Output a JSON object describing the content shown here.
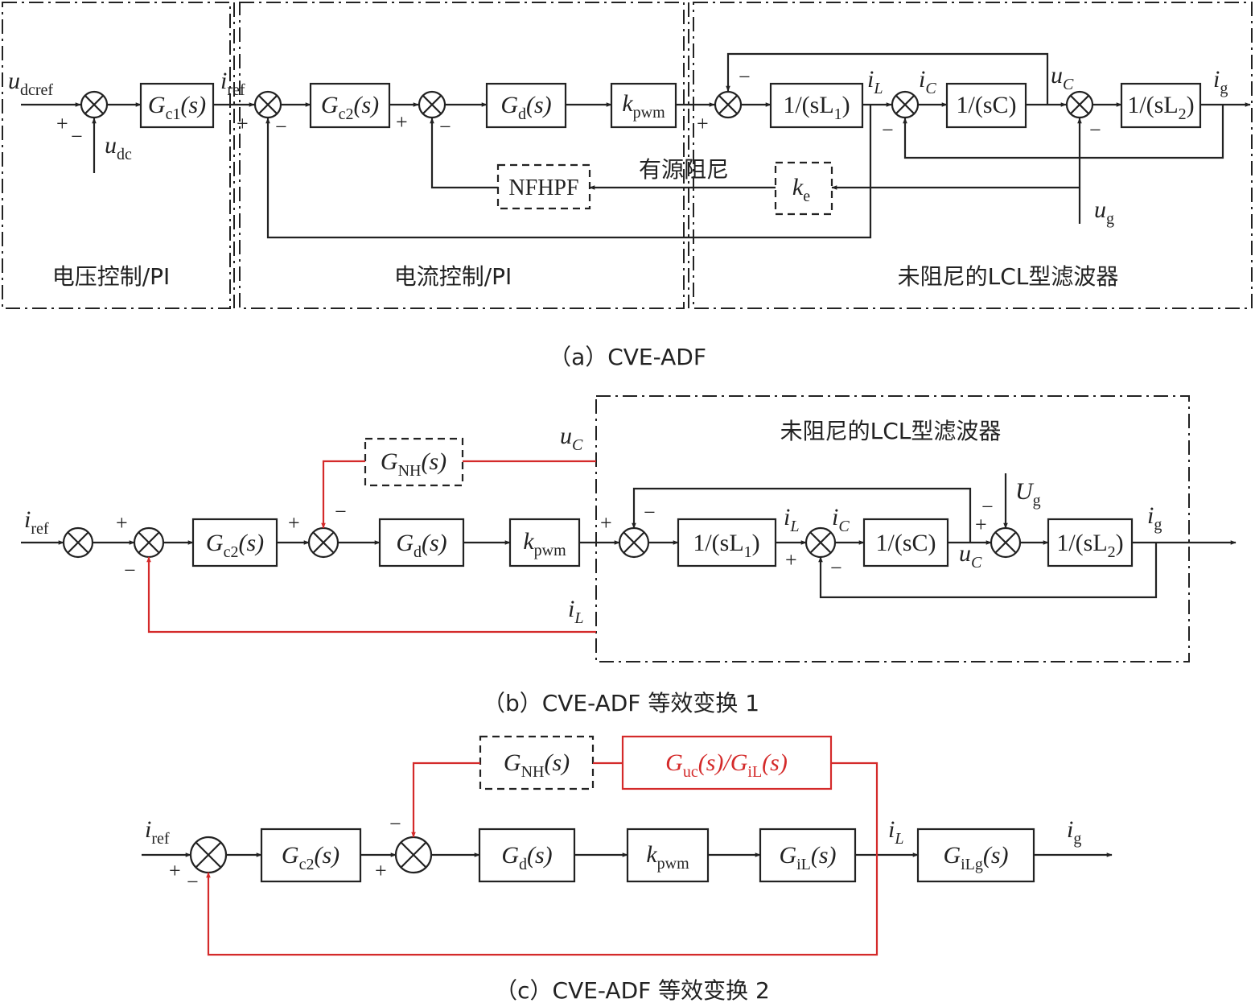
{
  "panel_a": {
    "caption": "（a）CVE-ADF",
    "regions": {
      "voltage": "电压控制/PI",
      "current": "电流控制/PI",
      "filter": "未阻尼的LCL型滤波器"
    },
    "active_damping": "有源阻尼",
    "blocks": {
      "gc1": {
        "main": "G",
        "sub": "c1",
        "tail": "(s)"
      },
      "gc2": {
        "main": "G",
        "sub": "c2",
        "tail": "(s)"
      },
      "gd": {
        "main": "G",
        "sub": "d",
        "tail": "(s)"
      },
      "kpwm": {
        "main": "k",
        "sub": "pwm",
        "tail": ""
      },
      "l1": {
        "main": "1/(sL",
        "sub": "1",
        "tail": ")"
      },
      "c": {
        "main": "1/(sC)",
        "sub": "",
        "tail": ""
      },
      "l2": {
        "main": "1/(sL",
        "sub": "2",
        "tail": ")"
      },
      "nfhpf": {
        "main": "NFHPF",
        "sub": "",
        "tail": ""
      },
      "ke": {
        "main": "k",
        "sub": "e",
        "tail": ""
      }
    },
    "signals": {
      "udcref": {
        "main": "u",
        "sub": "dcref"
      },
      "udc": {
        "main": "u",
        "sub": "dc"
      },
      "iref": {
        "main": "i",
        "sub": "ref"
      },
      "iL": {
        "main": "i",
        "sub": "L"
      },
      "iC": {
        "main": "i",
        "sub": "C"
      },
      "uC": {
        "main": "u",
        "sub": "C"
      },
      "ig": {
        "main": "i",
        "sub": "g"
      },
      "ug": {
        "main": "u",
        "sub": "g"
      }
    }
  },
  "panel_b": {
    "caption": "（b）CVE-ADF 等效变换 1",
    "filter_title": "未阻尼的LCL型滤波器",
    "blocks": {
      "gnh": {
        "main": "G",
        "sub": "NH",
        "tail": "(s)"
      },
      "gc2": {
        "main": "G",
        "sub": "c2",
        "tail": "(s)"
      },
      "gd": {
        "main": "G",
        "sub": "d",
        "tail": "(s)"
      },
      "kpwm": {
        "main": "k",
        "sub": "pwm",
        "tail": ""
      },
      "l1": {
        "main": "1/(sL",
        "sub": "1",
        "tail": ")"
      },
      "c": {
        "main": "1/(sC)",
        "sub": "",
        "tail": ""
      },
      "l2": {
        "main": "1/(sL",
        "sub": "2",
        "tail": ")"
      }
    },
    "signals": {
      "iref": {
        "main": "i",
        "sub": "ref"
      },
      "uC_top": {
        "main": "u",
        "sub": "C"
      },
      "iL_fb": {
        "main": "i",
        "sub": "L"
      },
      "iL": {
        "main": "i",
        "sub": "L"
      },
      "iC": {
        "main": "i",
        "sub": "C"
      },
      "uC": {
        "main": "u",
        "sub": "C"
      },
      "Ug": {
        "main": "U",
        "sub": "g"
      },
      "ig": {
        "main": "i",
        "sub": "g"
      }
    }
  },
  "panel_c": {
    "caption": "（c）CVE-ADF 等效变换 2",
    "blocks": {
      "gnh": {
        "main": "G",
        "sub": "NH",
        "tail": "(s)"
      },
      "ratio": {
        "main": "G",
        "sub": "uc",
        "tail": "(s)/G",
        "sub2": "iL",
        "tail2": "(s)"
      },
      "gc2": {
        "main": "G",
        "sub": "c2",
        "tail": "(s)"
      },
      "gd": {
        "main": "G",
        "sub": "d",
        "tail": "(s)"
      },
      "kpwm": {
        "main": "k",
        "sub": "pwm",
        "tail": ""
      },
      "gil": {
        "main": "G",
        "sub": "iL",
        "tail": "(s)"
      },
      "gilg": {
        "main": "G",
        "sub": "iLg",
        "tail": "(s)"
      }
    },
    "signals": {
      "iref": {
        "main": "i",
        "sub": "ref"
      },
      "iL": {
        "main": "i",
        "sub": "L"
      },
      "ig": {
        "main": "i",
        "sub": "g"
      }
    }
  },
  "signs": {
    "plus": "+",
    "minus": "−"
  },
  "colors": {
    "ink": "#222222",
    "red": "#d42a2a"
  }
}
